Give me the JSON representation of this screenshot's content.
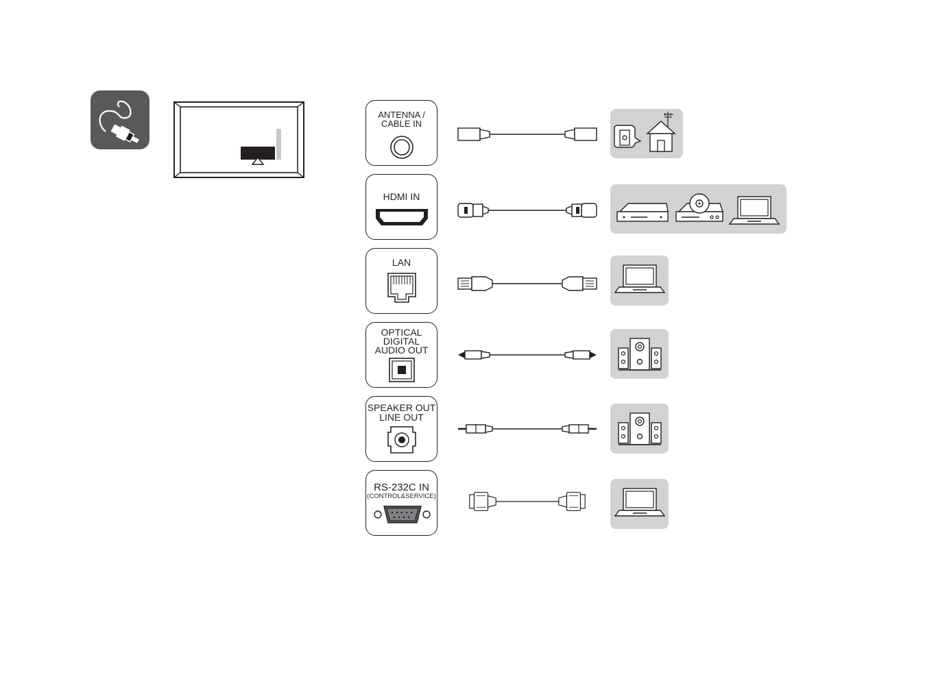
{
  "category": {
    "icon": "cable-plug-icon",
    "tv_back_icon": "tv-rear-panel-icon"
  },
  "colors": {
    "icon_bg": "#58595b",
    "device_bg": "#d1d2d4",
    "line": "#231f20"
  },
  "connections": [
    {
      "port_label": "ANTENNA /\nCABLE IN",
      "port_icon": "coaxial-port-icon",
      "cable_icon": "coaxial-cable-icon",
      "device_icons": [
        "wall-outlet-icon",
        "house-antenna-icon"
      ]
    },
    {
      "port_label": "HDMI IN",
      "port_icon": "hdmi-port-icon",
      "cable_icon": "hdmi-cable-icon",
      "device_icons": [
        "bluray-player-icon",
        "dvd-player-icon",
        "laptop-icon"
      ]
    },
    {
      "port_label": "LAN",
      "port_icon": "ethernet-port-icon",
      "cable_icon": "ethernet-cable-icon",
      "device_icons": [
        "laptop-icon"
      ]
    },
    {
      "port_label": "OPTICAL\nDIGITAL\nAUDIO OUT",
      "port_icon": "optical-port-icon",
      "cable_icon": "optical-cable-icon",
      "device_icons": [
        "speaker-system-icon"
      ]
    },
    {
      "port_label": "SPEAKER OUT\nLINE OUT",
      "port_icon": "audio-jack-port-icon",
      "cable_icon": "audio-jack-cable-icon",
      "device_icons": [
        "speaker-system-icon"
      ]
    },
    {
      "port_label": "RS-232C IN",
      "port_sublabel": "(CONTROL&SERVICE)",
      "port_icon": "rs232c-port-icon",
      "cable_icon": "rs232c-cable-icon",
      "device_icons": [
        "laptop-icon"
      ]
    }
  ]
}
